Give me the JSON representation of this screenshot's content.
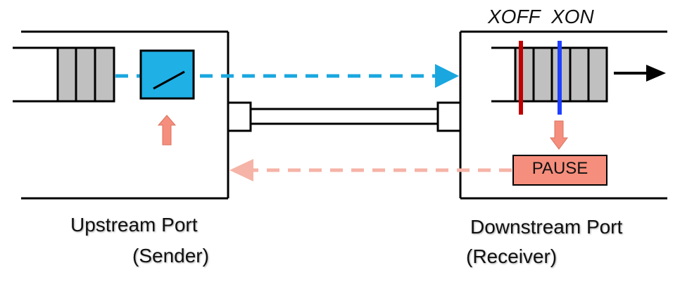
{
  "upstream": {
    "title": "Upstream Port",
    "role": "(Sender)"
  },
  "downstream": {
    "title": "Downstream Port",
    "role": "(Receiver)",
    "xoff_label": "XOFF",
    "xon_label": "XON"
  },
  "pause_frame": {
    "label": "PAUSE"
  },
  "colors": {
    "data_flow": "#1aa7e0",
    "pause_flow": "#f6b3a7",
    "pause_box": "#f58e7c",
    "xoff_line": "#c00000",
    "xon_line": "#1f3fff",
    "queue_cell": "#c0c0c0",
    "sender_switch": "#1fb0e6"
  },
  "icons": {
    "switch": "open-switch-icon",
    "up_arrow": "up-arrow-icon",
    "down_arrow": "down-arrow-icon",
    "egress_arrow": "right-arrow-icon"
  }
}
